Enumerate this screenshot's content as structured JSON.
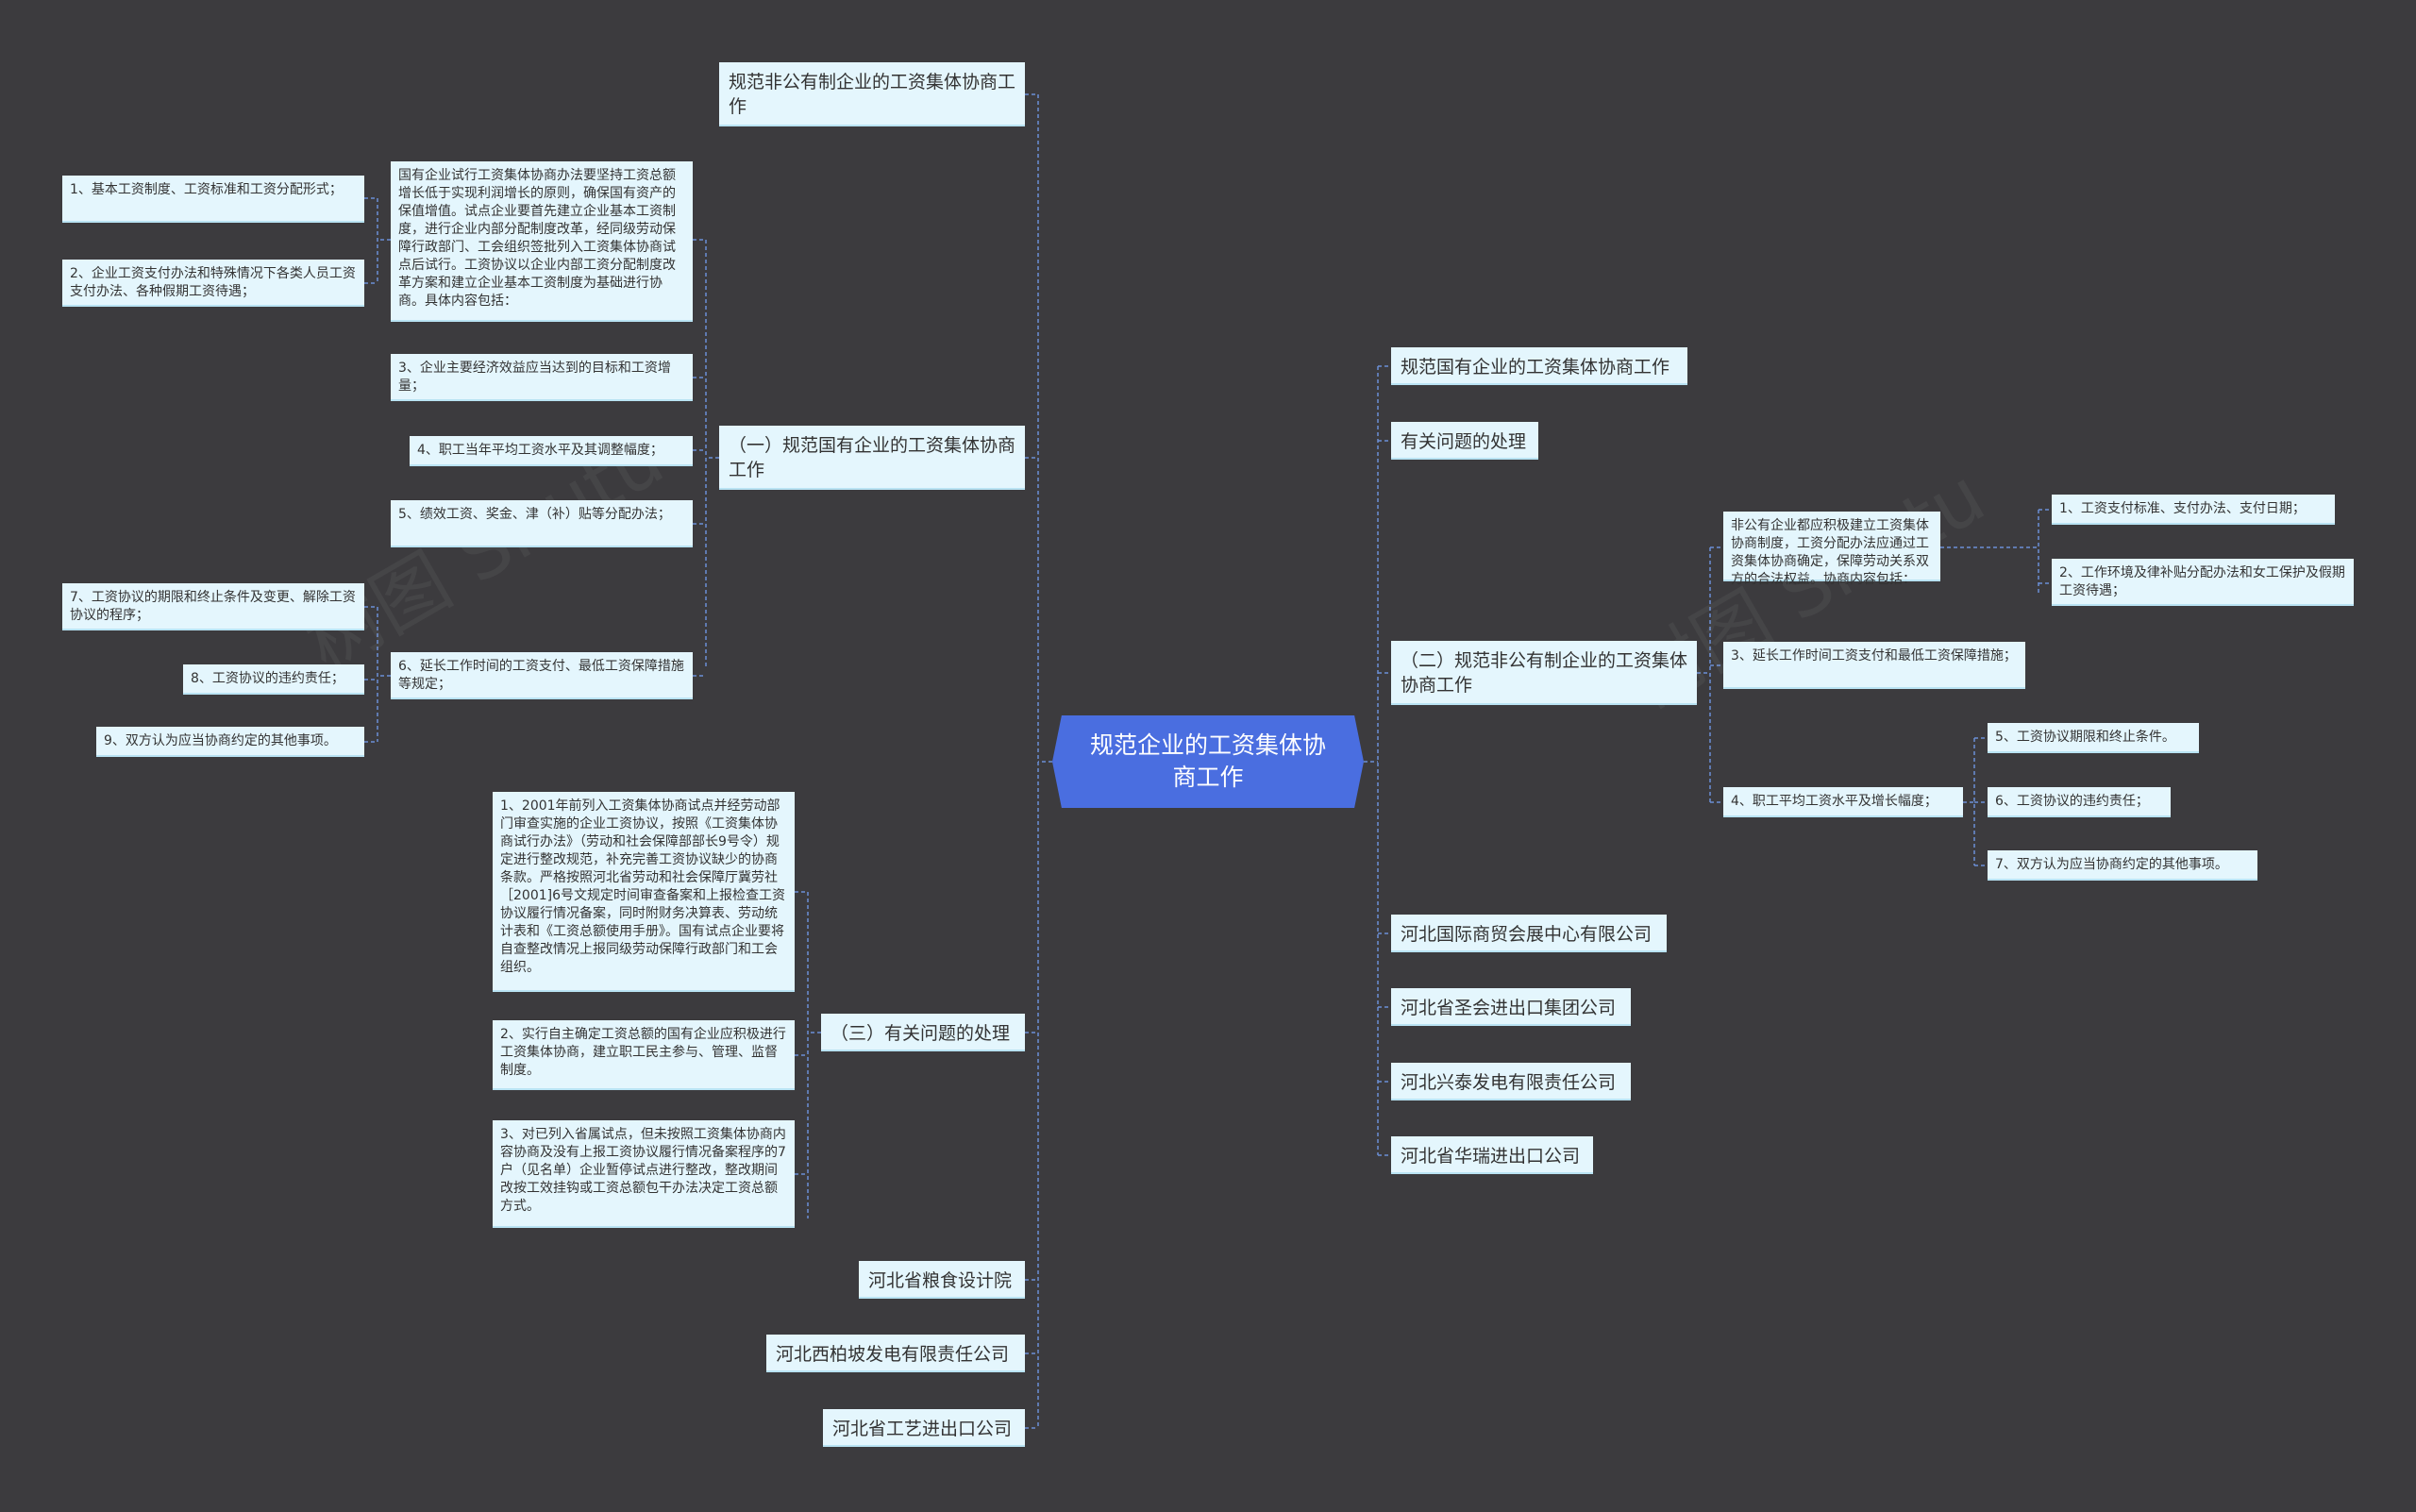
{
  "root": {
    "text": "规范企业的工资集体协商工作"
  },
  "left": {
    "nonpublic_title": "规范非公有制企业的工资集体协商工作",
    "section1": {
      "title": "（一）规范国有企业的工资集体协商工作",
      "intro": "国有企业试行工资集体协商办法要坚持工资总额增长低于实现利润增长的原则，确保国有资产的保值增值。试点企业要首先建立企业基本工资制度，进行企业内部分配制度改革，经同级劳动保障行政部门、工会组织签批列入工资集体协商试点后试行。工资协议以企业内部工资分配制度改革方案和建立企业基本工资制度为基础进行协商。具体内容包括：",
      "item1": "1、基本工资制度、工资标准和工资分配形式；",
      "item2": "2、企业工资支付办法和特殊情况下各类人员工资支付办法、各种假期工资待遇；",
      "item3": "3、企业主要经济效益应当达到的目标和工资增量；",
      "item4": "4、职工当年平均工资水平及其调整幅度；",
      "item5": "5、绩效工资、奖金、津（补）贴等分配办法；",
      "item6": "6、延长工作时间的工资支付、最低工资保障措施等规定；",
      "item7": "7、工资协议的期限和终止条件及变更、解除工资协议的程序；",
      "item8": "8、工资协议的违约责任；",
      "item9": "9、双方认为应当协商约定的其他事项。"
    },
    "section3": {
      "title": "（三）有关问题的处理",
      "p1": "1、2001年前列入工资集体协商试点并经劳动部门审查实施的企业工资协议，按照《工资集体协商试行办法》（劳动和社会保障部部长9号令）规定进行整改规范，补充完善工资协议缺少的协商条款。严格按照河北省劳动和社会保障厅冀劳社［2001]6号文规定时间审查备案和上报检查工资协议履行情况备案，同时附财务决算表、劳动统计表和《工资总额使用手册》。国有试点企业要将自查整改情况上报同级劳动保障行政部门和工会组织。",
      "p2": "2、实行自主确定工资总额的国有企业应积极进行工资集体协商，建立职工民主参与、管理、监督制度。",
      "p3": "3、对已列入省属试点，但未按照工资集体协商内容协商及没有上报工资协议履行情况备案程序的7户（见名单）企业暂停试点进行整改，整改期间改按工效挂钩或工资总额包干办法决定工资总额方式。"
    },
    "companies": [
      "河北省粮食设计院",
      "河北西柏坡发电有限责任公司",
      "河北省工艺进出口公司"
    ]
  },
  "right": {
    "state_title": "规范国有企业的工资集体协商工作",
    "issues_title": "有关问题的处理",
    "section2": {
      "title": "（二）规范非公有制企业的工资集体协商工作",
      "intro": "非公有企业都应积极建立工资集体协商制度，工资分配办法应通过工资集体协商确定，保障劳动关系双方的合法权益。协商内容包括：",
      "item1": "1、工资支付标准、支付办法、支付日期；",
      "item2": "2、工作环境及律补贴分配办法和女工保护及假期工资待遇；",
      "item3": "3、延长工作时间工资支付和最低工资保障措施；",
      "item4": "4、职工平均工资水平及增长幅度；",
      "item5": "5、工资协议期限和终止条件。",
      "item6": "6、工资协议的违约责任；",
      "item7": "7、双方认为应当协商约定的其他事项。"
    },
    "companies": [
      "河北国际商贸会展中心有限公司",
      "河北省圣会进出口集团公司",
      "河北兴泰发电有限责任公司",
      "河北省华瑞进出口公司"
    ]
  },
  "colors": {
    "background": "#3c3b3e",
    "root": "#4a6ee0",
    "node": "#e4f6fd",
    "link": "#6b8fd6"
  }
}
